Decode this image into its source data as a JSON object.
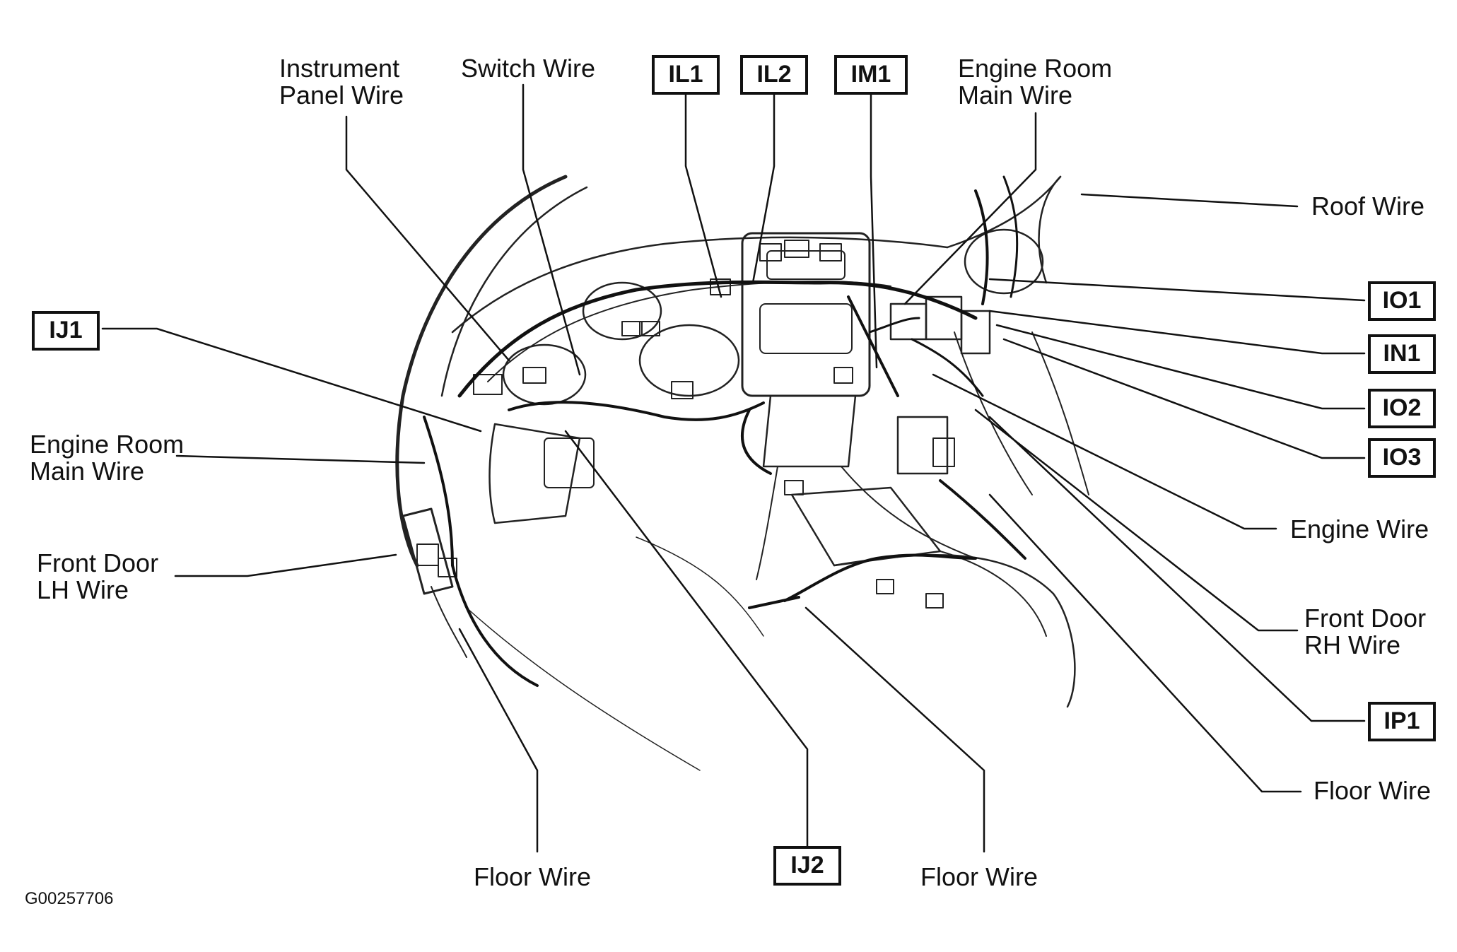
{
  "labels": {
    "instrument_panel_wire": [
      "Instrument",
      "Panel Wire"
    ],
    "switch_wire": "Switch Wire",
    "engine_room_main_wire_top": [
      "Engine Room",
      "Main Wire"
    ],
    "roof_wire": "Roof Wire",
    "engine_room_main_wire_left": [
      "Engine Room",
      "Main Wire"
    ],
    "front_door_lh_wire": [
      "Front Door",
      "LH Wire"
    ],
    "engine_wire": "Engine Wire",
    "front_door_rh_wire": [
      "Front Door",
      "RH Wire"
    ],
    "floor_wire_right": "Floor Wire",
    "floor_wire_bottom_left": "Floor Wire",
    "floor_wire_bottom_center": "Floor Wire"
  },
  "connectors": {
    "il1": "IL1",
    "il2": "IL2",
    "im1": "IM1",
    "ij1": "IJ1",
    "io1": "IO1",
    "in1": "IN1",
    "io2": "IO2",
    "io3": "IO3",
    "ip1": "IP1",
    "ij2": "IJ2"
  },
  "figure_code": "G00257706"
}
